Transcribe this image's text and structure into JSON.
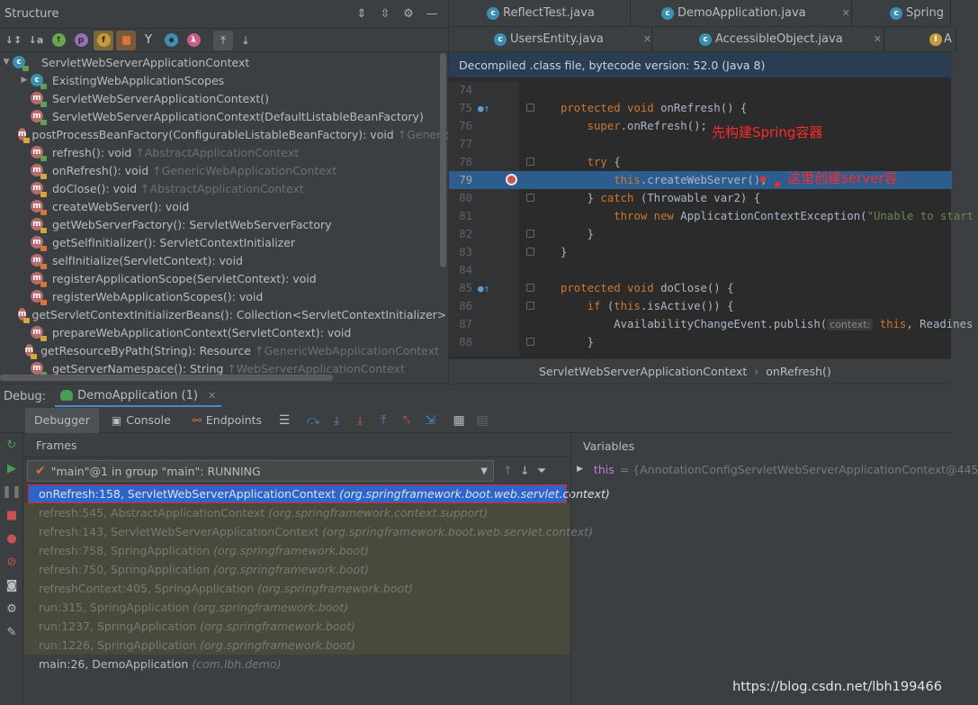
{
  "structure": {
    "title": "Structure",
    "root": "ServletWebServerApplicationContext",
    "items": [
      {
        "name": "ExistingWebApplicationScopes",
        "inherited": "",
        "kind": "class"
      },
      {
        "name": "ServletWebServerApplicationContext()",
        "inherited": "",
        "kind": "public"
      },
      {
        "name": "ServletWebServerApplicationContext(DefaultListableBeanFactory)",
        "inherited": "",
        "kind": "public"
      },
      {
        "name": "postProcessBeanFactory(ConfigurableListableBeanFactory): void",
        "inherited": "↑Generic",
        "kind": "protected"
      },
      {
        "name": "refresh(): void",
        "inherited": "↑AbstractApplicationContext",
        "kind": "public"
      },
      {
        "name": "onRefresh(): void",
        "inherited": "↑GenericWebApplicationContext",
        "kind": "protected"
      },
      {
        "name": "doClose(): void",
        "inherited": "↑AbstractApplicationContext",
        "kind": "protected"
      },
      {
        "name": "createWebServer(): void",
        "inherited": "",
        "kind": "private"
      },
      {
        "name": "getWebServerFactory(): ServletWebServerFactory",
        "inherited": "",
        "kind": "protected"
      },
      {
        "name": "getSelfInitializer(): ServletContextInitializer",
        "inherited": "",
        "kind": "private"
      },
      {
        "name": "selfInitialize(ServletContext): void",
        "inherited": "",
        "kind": "private"
      },
      {
        "name": "registerApplicationScope(ServletContext): void",
        "inherited": "",
        "kind": "private"
      },
      {
        "name": "registerWebApplicationScopes(): void",
        "inherited": "",
        "kind": "private"
      },
      {
        "name": "getServletContextInitializerBeans(): Collection<ServletContextInitializer>",
        "inherited": "",
        "kind": "protected"
      },
      {
        "name": "prepareWebApplicationContext(ServletContext): void",
        "inherited": "",
        "kind": "protected"
      },
      {
        "name": "getResourceByPath(String): Resource",
        "inherited": "↑GenericWebApplicationContext",
        "kind": "protected"
      },
      {
        "name": "getServerNamespace(): String",
        "inherited": "↑WebServerApplicationContext",
        "kind": "public"
      }
    ]
  },
  "editor": {
    "tabs_row1": [
      {
        "label": "ReflectTest.java",
        "active": false
      },
      {
        "label": "DemoApplication.java",
        "active": false
      },
      {
        "label": "Spring",
        "active": false
      }
    ],
    "tabs_row2": [
      {
        "label": "UsersEntity.java",
        "active": false
      },
      {
        "label": "AccessibleObject.java",
        "active": false
      },
      {
        "label": "A",
        "active": false
      }
    ],
    "banner": "Decompiled .class file, bytecode version: 52.0 (Java 8)",
    "lines": [
      {
        "n": "74",
        "code": ""
      },
      {
        "n": "75",
        "code": "protected void onRefresh() {"
      },
      {
        "n": "76",
        "code": "    super.onRefresh();"
      },
      {
        "n": "77",
        "code": ""
      },
      {
        "n": "78",
        "code": "    try {"
      },
      {
        "n": "79",
        "code": "        this.createWebServer();"
      },
      {
        "n": "80",
        "code": "    } catch (Throwable var2) {"
      },
      {
        "n": "81",
        "code": "        throw new ApplicationContextException(\"Unable to start"
      },
      {
        "n": "82",
        "code": "    }"
      },
      {
        "n": "83",
        "code": "}"
      },
      {
        "n": "84",
        "code": ""
      },
      {
        "n": "85",
        "code": "protected void doClose() {"
      },
      {
        "n": "86",
        "code": "    if (this.isActive()) {"
      },
      {
        "n": "87",
        "code": "        AvailabilityChangeEvent.publish("
      },
      {
        "n": "88",
        "code": "    }"
      }
    ],
    "hint_label": "context:",
    "hint_after": "this, Readines",
    "annotation1": "先构建Spring容器",
    "annotation2": "这里创建server容",
    "breadcrumb": [
      "ServletWebServerApplicationContext",
      "onRefresh()"
    ]
  },
  "debug": {
    "label": "Debug:",
    "session": "DemoApplication (1)",
    "subtabs": [
      "Debugger",
      "Console",
      "Endpoints"
    ],
    "frames_header": "Frames",
    "variables_header": "Variables",
    "thread": "\"main\"@1 in group \"main\": RUNNING",
    "frames": [
      {
        "method": "onRefresh:158, ServletWebServerApplicationContext",
        "pkg": "(org.springframework.boot.web.servlet.context)",
        "state": "selected"
      },
      {
        "method": "refresh:545, AbstractApplicationContext",
        "pkg": "(org.springframework.context.support)",
        "state": "lib"
      },
      {
        "method": "refresh:143, ServletWebServerApplicationContext",
        "pkg": "(org.springframework.boot.web.servlet.context)",
        "state": "lib"
      },
      {
        "method": "refresh:758, SpringApplication",
        "pkg": "(org.springframework.boot)",
        "state": "lib"
      },
      {
        "method": "refresh:750, SpringApplication",
        "pkg": "(org.springframework.boot)",
        "state": "lib"
      },
      {
        "method": "refreshContext:405, SpringApplication",
        "pkg": "(org.springframework.boot)",
        "state": "lib"
      },
      {
        "method": "run:315, SpringApplication",
        "pkg": "(org.springframework.boot)",
        "state": "lib"
      },
      {
        "method": "run:1237, SpringApplication",
        "pkg": "(org.springframework.boot)",
        "state": "lib"
      },
      {
        "method": "run:1226, SpringApplication",
        "pkg": "(org.springframework.boot)",
        "state": "lib"
      },
      {
        "method": "main:26, DemoApplication",
        "pkg": "(com.lbh.demo)",
        "state": "user"
      }
    ],
    "variable": {
      "name": "this",
      "value": "= {AnnotationConfigServletWebServerApplicationContext@445"
    }
  },
  "watermark": "https://blog.csdn.net/lbh199466",
  "colors": {
    "accent": "#2f65ca",
    "annotation": "#ff2a2a",
    "keyword": "#cc7832"
  }
}
